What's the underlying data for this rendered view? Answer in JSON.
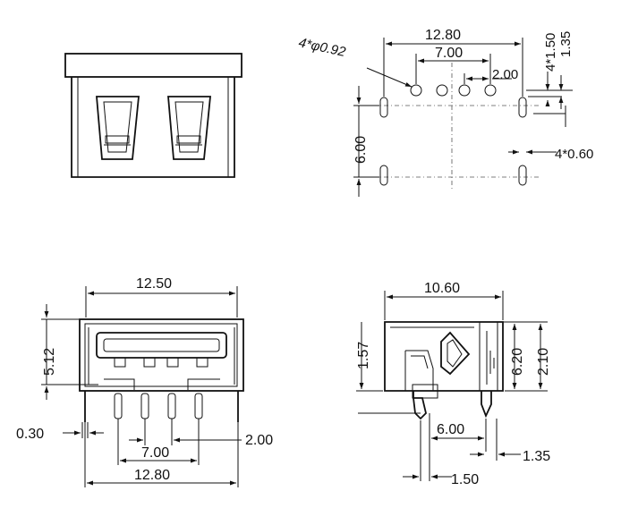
{
  "drawing": {
    "pcb_layout": {
      "width": "12.80",
      "pin_span": "7.00",
      "pin_pitch": "2.00",
      "pin_hole": "4*φ0.92",
      "offset_a": "4*1.50",
      "offset_b": "1.35",
      "depth": "6.00",
      "slot": "4*0.60"
    },
    "front_view": {
      "width": "12.50",
      "height": "5.12",
      "thickness": "0.30",
      "pin_span": "7.00",
      "pin_pitch": "2.00",
      "outer_width": "12.80"
    },
    "side_view": {
      "length": "10.60",
      "height_a": "1.57",
      "height_b": "6.20",
      "height_c": "2.10",
      "span": "6.00",
      "offset_a": "1.35",
      "offset_b": "1.50"
    }
  },
  "colors": {
    "ink": "#111111",
    "paper": "#ffffff"
  }
}
